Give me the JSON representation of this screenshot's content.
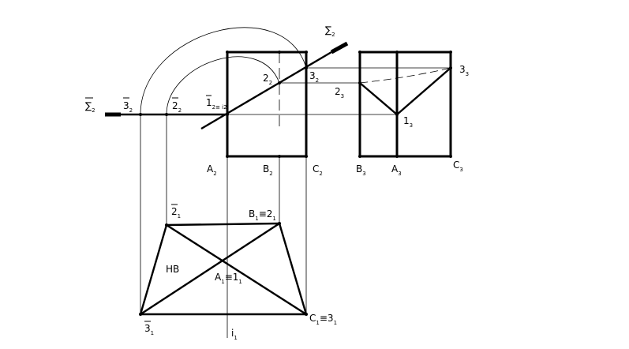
{
  "labels": {
    "sigma2_top": {
      "main": "∑",
      "sub": "2"
    },
    "sigma2_left": {
      "main": "∑",
      "sub": "2",
      "bar": true
    },
    "p3_2": {
      "main": "3",
      "sub": "2",
      "bar": true
    },
    "p2_2bar": {
      "main": "2",
      "sub": "2",
      "bar": true
    },
    "p1_2": {
      "main": "1",
      "sub": "2≡ i",
      "bar": true,
      "extra": "2"
    },
    "p2_2": {
      "main": "2",
      "sub": "2"
    },
    "p3_2b": {
      "main": "3",
      "sub": "2"
    },
    "a2": {
      "main": "A",
      "sub": "2"
    },
    "b2": {
      "main": "B",
      "sub": "2"
    },
    "c2": {
      "main": "C",
      "sub": "2"
    },
    "p3_3": {
      "main": "3",
      "sub": "3"
    },
    "p2_3": {
      "main": "2",
      "sub": "3"
    },
    "p1_3": {
      "main": "1",
      "sub": "3"
    },
    "b3": {
      "main": "B",
      "sub": "3"
    },
    "a3": {
      "main": "A",
      "sub": "3"
    },
    "c3": {
      "main": "C",
      "sub": "3"
    },
    "p2_1": {
      "main": "2",
      "sub": "1",
      "bar": true
    },
    "b1": {
      "main": "B",
      "sub": "1",
      "rest": "≡2",
      "sub2": "1"
    },
    "hb": {
      "main": "HB"
    },
    "a1": {
      "main": "A",
      "sub": "1",
      "rest": "≡1",
      "sub2": "1"
    },
    "p3_1": {
      "main": "3",
      "sub": "1",
      "bar": true
    },
    "c1": {
      "main": "C",
      "sub": "1",
      "rest": "≡3",
      "sub2": "1"
    },
    "i1": {
      "main": "i",
      "sub": "1"
    }
  },
  "colors": {
    "ink": "#000000",
    "paper": "#ffffff"
  }
}
